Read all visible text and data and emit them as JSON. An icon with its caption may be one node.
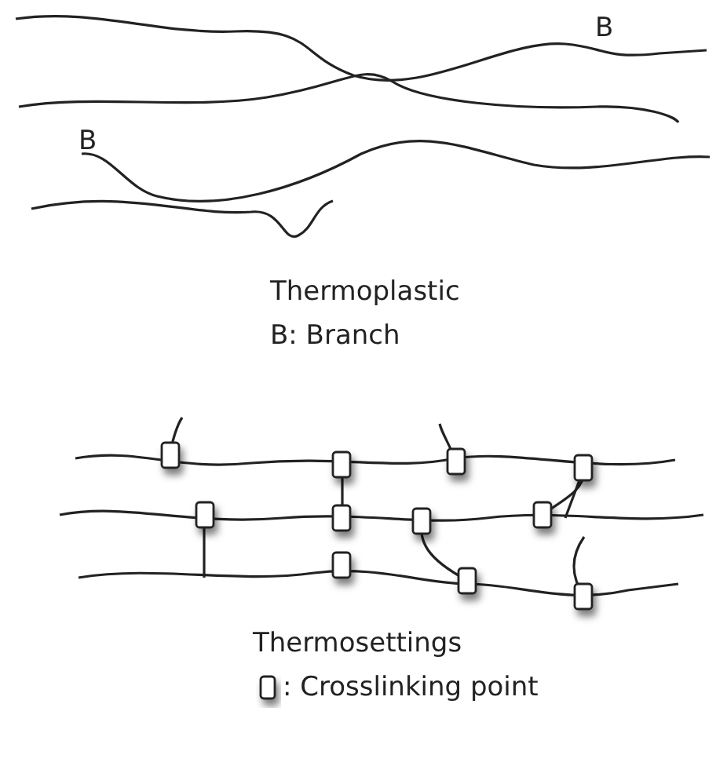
{
  "diagram": {
    "labels": [
      "B",
      "B",
      "Thermoplastic",
      "B: Branch",
      "Thermosettings",
      ": Crosslinking point"
    ]
  }
}
